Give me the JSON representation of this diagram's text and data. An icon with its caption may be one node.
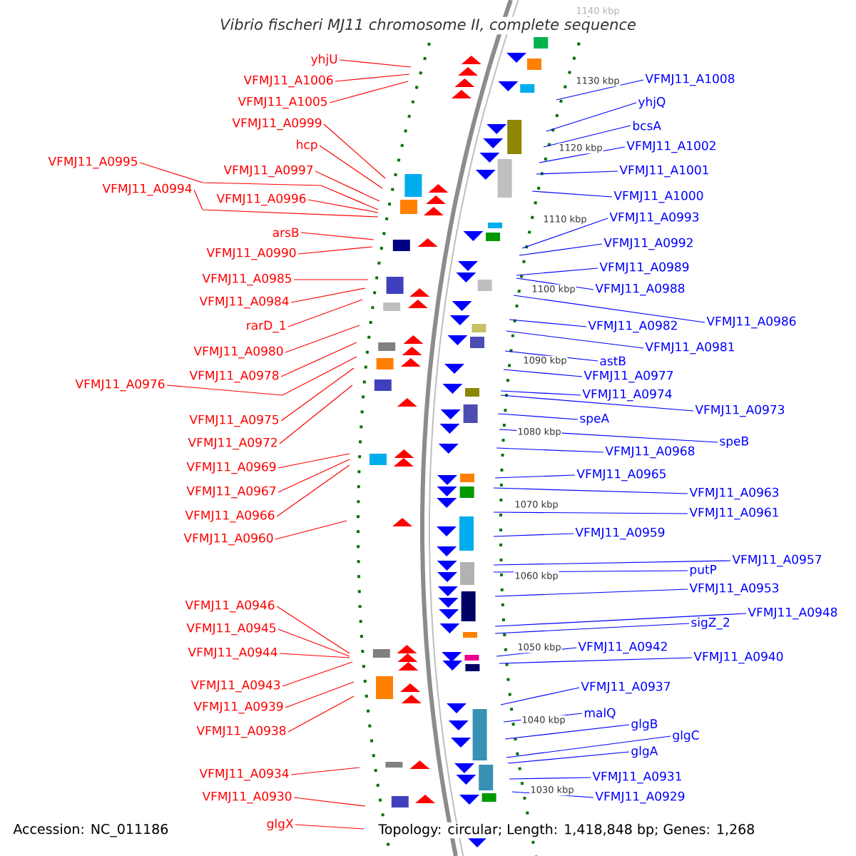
{
  "diagram": {
    "title": "Vibrio fischeri MJ11 chromosome II, complete sequence",
    "nodes": [
      {
        "text": [
          "yhjU"
        ]
      },
      {
        "text": [
          "VFMJ11_A1006"
        ]
      },
      {
        "text": [
          "VFMJ11_A1005"
        ]
      },
      {
        "text": [
          "VFMJ11_A0999"
        ]
      },
      {
        "text": [
          "hcp"
        ]
      },
      {
        "text": [
          "VFMJ11_A0997"
        ]
      },
      {
        "text": [
          "VFMJ11_A0995"
        ]
      },
      {
        "text": [
          "VFMJ11_A0994"
        ]
      },
      {
        "text": [
          "VFMJ11_A0996"
        ]
      },
      {
        "text": [
          "arsB"
        ]
      },
      {
        "text": [
          "VFMJ11_A0990"
        ]
      },
      {
        "text": [
          "VFMJ11_A0985"
        ]
      },
      {
        "text": [
          "VFMJ11_A0984"
        ]
      },
      {
        "text": [
          "rarD_1"
        ]
      },
      {
        "text": [
          "VFMJ11_A0980"
        ]
      },
      {
        "text": [
          "VFMJ11_A0978"
        ]
      },
      {
        "text": [
          "VFMJ11_A0976"
        ]
      },
      {
        "text": [
          "VFMJ11_A0975"
        ]
      },
      {
        "text": [
          "VFMJ11_A0972"
        ]
      },
      {
        "text": [
          "VFMJ11_A0969"
        ]
      },
      {
        "text": [
          "VFMJ11_A0967"
        ]
      },
      {
        "text": [
          "VFMJ11_A0966"
        ]
      },
      {
        "text": [
          "VFMJ11_A0960"
        ]
      },
      {
        "text": [
          "VFMJ11_A0946"
        ]
      },
      {
        "text": [
          "VFMJ11_A0945"
        ]
      },
      {
        "text": [
          "VFMJ11_A0944"
        ]
      },
      {
        "text": [
          "VFMJ11_A0943"
        ]
      },
      {
        "text": [
          "VFMJ11_A0939"
        ]
      },
      {
        "text": [
          "VFMJ11_A0938"
        ]
      },
      {
        "text": [
          "VFMJ11_A0934"
        ]
      },
      {
        "text": [
          "VFMJ11_A0930"
        ]
      },
      {
        "text": [
          "glgX"
        ]
      },
      {
        "text": [
          "VFMJ11_A1008"
        ]
      },
      {
        "text": [
          "yhjQ"
        ]
      },
      {
        "text": [
          "bcsA"
        ]
      },
      {
        "text": [
          "VFMJ11_A1002"
        ]
      },
      {
        "text": [
          "VFMJ11_A1001"
        ]
      },
      {
        "text": [
          "VFMJ11_A1000"
        ]
      },
      {
        "text": [
          "VFMJ11_A0993"
        ]
      },
      {
        "text": [
          "VFMJ11_A0992"
        ]
      },
      {
        "text": [
          "VFMJ11_A0989"
        ]
      },
      {
        "text": [
          "VFMJ11_A0988"
        ]
      },
      {
        "text": [
          "VFMJ11_A0986"
        ]
      },
      {
        "text": [
          "VFMJ11_A0982"
        ]
      },
      {
        "text": [
          "VFMJ11_A0981"
        ]
      },
      {
        "text": [
          "astB"
        ]
      },
      {
        "text": [
          "VFMJ11_A0977"
        ]
      },
      {
        "text": [
          "VFMJ11_A0974"
        ]
      },
      {
        "text": [
          "VFMJ11_A0973"
        ]
      },
      {
        "text": [
          "speA"
        ]
      },
      {
        "text": [
          "speB"
        ]
      },
      {
        "text": [
          "VFMJ11_A0968"
        ]
      },
      {
        "text": [
          "VFMJ11_A0965"
        ]
      },
      {
        "text": [
          "VFMJ11_A0963"
        ]
      },
      {
        "text": [
          "VFMJ11_A0961"
        ]
      },
      {
        "text": [
          "VFMJ11_A0959"
        ]
      },
      {
        "text": [
          "VFMJ11_A0957"
        ]
      },
      {
        "text": [
          "putP"
        ]
      },
      {
        "text": [
          "VFMJ11_A0953"
        ]
      },
      {
        "text": [
          "VFMJ11_A0948"
        ]
      },
      {
        "text": [
          "sigZ_2"
        ]
      },
      {
        "text": [
          "VFMJ11_A0942"
        ]
      },
      {
        "text": [
          "VFMJ11_A0940"
        ]
      },
      {
        "text": [
          "VFMJ11_A0937"
        ]
      },
      {
        "text": [
          "malQ"
        ]
      },
      {
        "text": [
          "glgB"
        ]
      },
      {
        "text": [
          "glgC"
        ]
      },
      {
        "text": [
          "glgA"
        ]
      },
      {
        "text": [
          "VFMJ11_A0931"
        ]
      },
      {
        "text": [
          "VFMJ11_A0929"
        ]
      }
    ],
    "edges": [
      {
        "from": 0,
        "to": null,
        "arrow": "none",
        "color": "#ff0000"
      },
      {
        "from": 1,
        "to": null,
        "arrow": "none",
        "color": "#ff0000"
      },
      {
        "from": 2,
        "to": null,
        "arrow": "none",
        "color": "#ff0000"
      },
      {
        "from": 3,
        "to": null,
        "arrow": "none",
        "color": "#ff0000"
      },
      {
        "from": 4,
        "to": null,
        "arrow": "none",
        "color": "#ff0000"
      },
      {
        "from": 5,
        "to": null,
        "arrow": "none",
        "color": "#ff0000"
      },
      {
        "from": 6,
        "to": null,
        "arrow": "none",
        "color": "#ff0000"
      },
      {
        "from": 7,
        "to": null,
        "arrow": "none",
        "color": "#ff0000"
      },
      {
        "from": 8,
        "to": null,
        "arrow": "none",
        "color": "#ff0000"
      },
      {
        "from": 9,
        "to": null,
        "arrow": "none",
        "color": "#ff0000"
      },
      {
        "from": 10,
        "to": null,
        "arrow": "none",
        "color": "#ff0000"
      },
      {
        "from": 11,
        "to": null,
        "arrow": "none",
        "color": "#ff0000"
      },
      {
        "from": 12,
        "to": null,
        "arrow": "none",
        "color": "#ff0000"
      },
      {
        "from": 13,
        "to": null,
        "arrow": "none",
        "color": "#ff0000"
      },
      {
        "from": 14,
        "to": null,
        "arrow": "none",
        "color": "#ff0000"
      },
      {
        "from": 15,
        "to": null,
        "arrow": "none",
        "color": "#ff0000"
      },
      {
        "from": 16,
        "to": null,
        "arrow": "none",
        "color": "#ff0000"
      },
      {
        "from": 17,
        "to": null,
        "arrow": "none",
        "color": "#ff0000"
      },
      {
        "from": 18,
        "to": null,
        "arrow": "none",
        "color": "#ff0000"
      },
      {
        "from": 19,
        "to": null,
        "arrow": "none",
        "color": "#ff0000"
      },
      {
        "from": 20,
        "to": null,
        "arrow": "none",
        "color": "#ff0000"
      },
      {
        "from": 21,
        "to": null,
        "arrow": "none",
        "color": "#ff0000"
      },
      {
        "from": 22,
        "to": null,
        "arrow": "none",
        "color": "#ff0000"
      },
      {
        "from": 23,
        "to": null,
        "arrow": "none",
        "color": "#ff0000"
      },
      {
        "from": 24,
        "to": null,
        "arrow": "none",
        "color": "#ff0000"
      },
      {
        "from": 25,
        "to": null,
        "arrow": "none",
        "color": "#ff0000"
      },
      {
        "from": 26,
        "to": null,
        "arrow": "none",
        "color": "#ff0000"
      },
      {
        "from": 27,
        "to": null,
        "arrow": "none",
        "color": "#ff0000"
      },
      {
        "from": 28,
        "to": null,
        "arrow": "none",
        "color": "#ff0000"
      },
      {
        "from": 29,
        "to": null,
        "arrow": "none",
        "color": "#ff0000"
      },
      {
        "from": 30,
        "to": null,
        "arrow": "none",
        "color": "#ff0000"
      },
      {
        "from": 31,
        "to": null,
        "arrow": "none",
        "color": "#ff0000"
      },
      {
        "from": 32,
        "to": null,
        "arrow": "none",
        "color": "#0000ff"
      },
      {
        "from": 33,
        "to": null,
        "arrow": "none",
        "color": "#0000ff"
      },
      {
        "from": 34,
        "to": null,
        "arrow": "none",
        "color": "#0000ff"
      },
      {
        "from": 35,
        "to": null,
        "arrow": "none",
        "color": "#0000ff"
      },
      {
        "from": 36,
        "to": null,
        "arrow": "none",
        "color": "#0000ff"
      },
      {
        "from": 37,
        "to": null,
        "arrow": "none",
        "color": "#0000ff"
      },
      {
        "from": 38,
        "to": null,
        "arrow": "none",
        "color": "#0000ff"
      },
      {
        "from": 39,
        "to": null,
        "arrow": "none",
        "color": "#0000ff"
      },
      {
        "from": 40,
        "to": null,
        "arrow": "none",
        "color": "#0000ff"
      },
      {
        "from": 41,
        "to": null,
        "arrow": "none",
        "color": "#0000ff"
      },
      {
        "from": 42,
        "to": null,
        "arrow": "none",
        "color": "#0000ff"
      },
      {
        "from": 43,
        "to": null,
        "arrow": "none",
        "color": "#0000ff"
      },
      {
        "from": 44,
        "to": null,
        "arrow": "none",
        "color": "#0000ff"
      },
      {
        "from": 45,
        "to": null,
        "arrow": "none",
        "color": "#0000ff"
      },
      {
        "from": 46,
        "to": null,
        "arrow": "none",
        "color": "#0000ff"
      },
      {
        "from": 47,
        "to": null,
        "arrow": "none",
        "color": "#0000ff"
      },
      {
        "from": 48,
        "to": null,
        "arrow": "none",
        "color": "#0000ff"
      },
      {
        "from": 49,
        "to": null,
        "arrow": "none",
        "color": "#0000ff"
      },
      {
        "from": 50,
        "to": null,
        "arrow": "none",
        "color": "#0000ff"
      },
      {
        "from": 51,
        "to": null,
        "arrow": "none",
        "color": "#0000ff"
      },
      {
        "from": 52,
        "to": null,
        "arrow": "none",
        "color": "#0000ff"
      },
      {
        "from": 53,
        "to": null,
        "arrow": "none",
        "color": "#0000ff"
      },
      {
        "from": 54,
        "to": null,
        "arrow": "none",
        "color": "#0000ff"
      },
      {
        "from": 55,
        "to": null,
        "arrow": "none",
        "color": "#0000ff"
      },
      {
        "from": 56,
        "to": null,
        "arrow": "none",
        "color": "#0000ff"
      },
      {
        "from": 57,
        "to": null,
        "arrow": "none",
        "color": "#0000ff"
      },
      {
        "from": 58,
        "to": null,
        "arrow": "none",
        "color": "#0000ff"
      },
      {
        "from": 59,
        "to": null,
        "arrow": "none",
        "color": "#0000ff"
      },
      {
        "from": 60,
        "to": null,
        "arrow": "none",
        "color": "#0000ff"
      },
      {
        "from": 61,
        "to": null,
        "arrow": "none",
        "color": "#0000ff"
      },
      {
        "from": 62,
        "to": null,
        "arrow": "none",
        "color": "#0000ff"
      },
      {
        "from": 63,
        "to": null,
        "arrow": "none",
        "color": "#0000ff"
      },
      {
        "from": 64,
        "to": null,
        "arrow": "none",
        "color": "#0000ff"
      },
      {
        "from": 65,
        "to": null,
        "arrow": "none",
        "color": "#0000ff"
      },
      {
        "from": 66,
        "to": null,
        "arrow": "none",
        "color": "#0000ff"
      },
      {
        "from": 67,
        "to": null,
        "arrow": "none",
        "color": "#0000ff"
      },
      {
        "from": 68,
        "to": null,
        "arrow": "none",
        "color": "#0000ff"
      },
      {
        "from": 69,
        "to": null,
        "arrow": "none",
        "color": "#0000ff"
      }
    ],
    "labels": [
      "1140 kbp",
      "1130 kbp",
      "1120 kbp",
      "1110 kbp",
      "1100 kbp",
      "1090 kbp",
      "1080 kbp",
      "1070 kbp",
      "1060 kbp",
      "1050 kbp",
      "1040 kbp",
      "1030 kbp",
      "Accession: NC_011186",
      "Topology: circular; Length: 1,418,848 bp; Genes: 1,268"
    ]
  }
}
